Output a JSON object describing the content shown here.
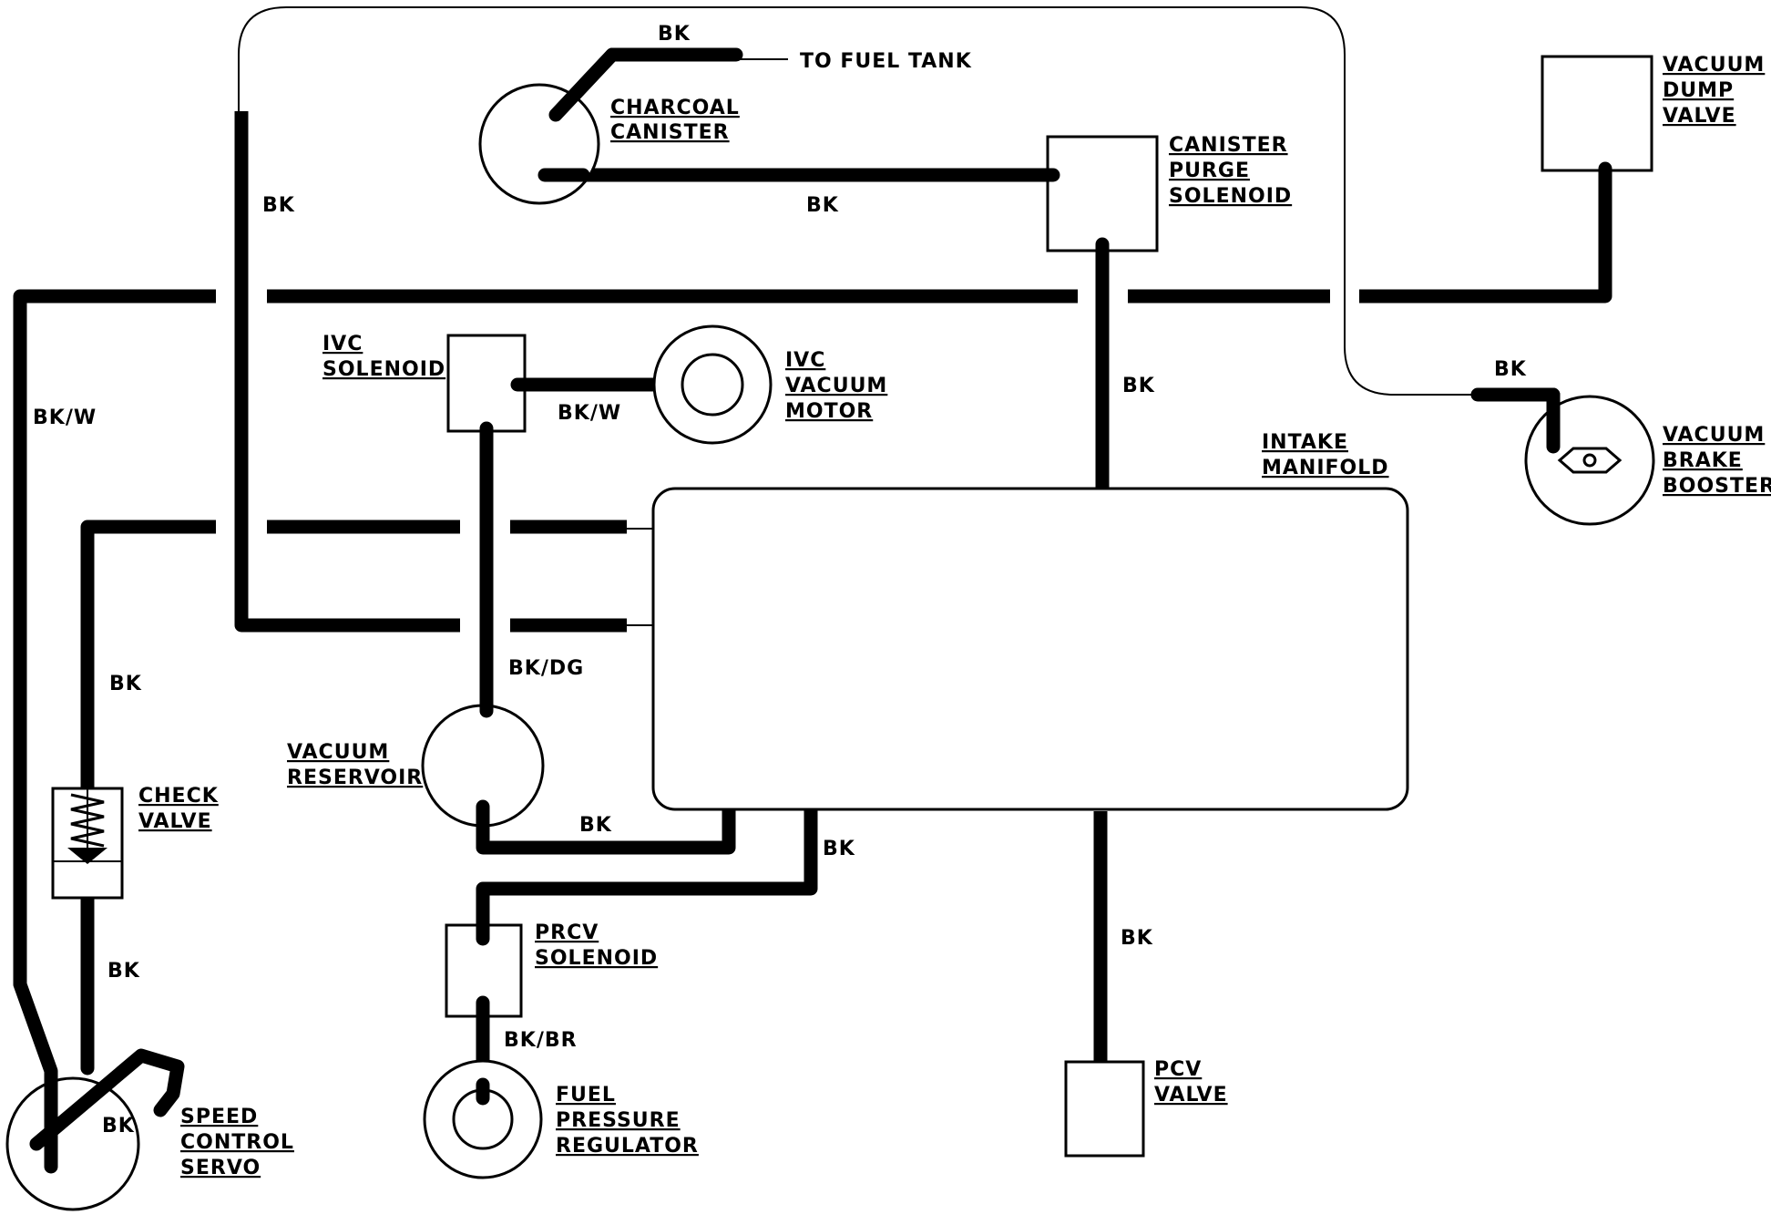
{
  "components": {
    "charcoal_canister": [
      "CHARCOAL",
      "CANISTER"
    ],
    "to_fuel_tank": "TO FUEL TANK",
    "canister_purge_solenoid": [
      "CANISTER",
      "PURGE",
      "SOLENOID"
    ],
    "vacuum_dump_valve": [
      "VACUUM",
      "DUMP",
      "VALVE"
    ],
    "ivc_solenoid": [
      "IVC",
      "SOLENOID"
    ],
    "ivc_vacuum_motor": [
      "IVC",
      "VACUUM",
      "MOTOR"
    ],
    "vacuum_brake_booster": [
      "VACUUM",
      "BRAKE",
      "BOOSTER"
    ],
    "intake_manifold": [
      "INTAKE",
      "MANIFOLD"
    ],
    "check_valve": [
      "CHECK",
      "VALVE"
    ],
    "vacuum_reservoir": [
      "VACUUM",
      "RESERVOIR"
    ],
    "prcv_solenoid": [
      "PRCV",
      "SOLENOID"
    ],
    "fuel_pressure_regulator": [
      "FUEL",
      "PRESSURE",
      "REGULATOR"
    ],
    "pcv_valve": [
      "PCV",
      "VALVE"
    ],
    "speed_control_servo": [
      "SPEED",
      "CONTROL",
      "SERVO"
    ]
  },
  "hose_colors": {
    "canister_to_tank": "BK",
    "canister_to_purge": "BK",
    "left_vertical": "BK",
    "purge_to_manifold": "BK",
    "brake_booster": "BK",
    "servo_feed": "BK/W",
    "ivc_solenoid_to_motor": "BK/W",
    "check_valve_upper": "BK",
    "check_valve_lower": "BK",
    "servo_loop": "BK",
    "ivc_to_reservoir": "BK/DG",
    "reservoir_to_manifold": "BK",
    "manifold_to_prcv": "BK",
    "prcv_to_regulator": "BK/BR",
    "manifold_to_pcv": "BK"
  }
}
